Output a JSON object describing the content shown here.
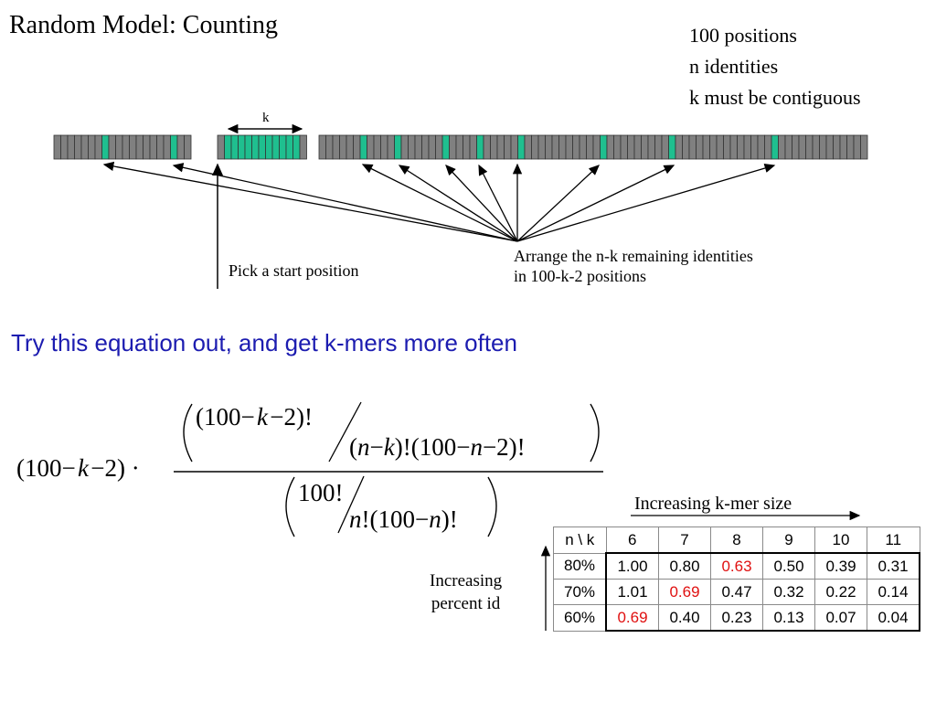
{
  "title": "Random Model:  Counting",
  "notes": [
    "100 positions",
    "n identities",
    "k must be contiguous"
  ],
  "strip": {
    "k_label": "k",
    "pick_label": "Pick a start position",
    "arrange_label": [
      "Arrange the n-k remaining identities",
      "in 100-k-2 positions"
    ],
    "colors": {
      "gray": "#808080",
      "green": "#1fbf8f",
      "border": "#333333"
    }
  },
  "subtitle": "Try this equation out, and get k-mers more often",
  "equation": {
    "prefix": "(100",
    "prefix_var": "k",
    "prefix_tail": "2) ·",
    "num_a": "(100",
    "num_a_var": "k",
    "num_a_tail": "2)!",
    "num_b1": "(",
    "num_b_var1": "n",
    "num_b_mid": "k",
    "num_b_tail": ")!(100",
    "num_b_var2": "n",
    "num_b_end": "2)!",
    "den_a": "100!",
    "den_b_var": "n",
    "den_b_mid": "!(100",
    "den_b_var2": "n",
    "den_b_end": ")!"
  },
  "table": {
    "axis_top": "Increasing k-mer size",
    "axis_left": [
      "Increasing",
      "percent id"
    ],
    "corner": "n \\ k",
    "columns": [
      "6",
      "7",
      "8",
      "9",
      "10",
      "11"
    ],
    "rows": [
      {
        "label": "80%",
        "values": [
          "1.00",
          "0.80",
          "0.63",
          "0.50",
          "0.39",
          "0.31"
        ],
        "red": [
          2
        ]
      },
      {
        "label": "70%",
        "values": [
          "1.01",
          "0.69",
          "0.47",
          "0.32",
          "0.22",
          "0.14"
        ],
        "red": [
          1
        ]
      },
      {
        "label": "60%",
        "values": [
          "0.69",
          "0.40",
          "0.23",
          "0.13",
          "0.07",
          "0.04"
        ],
        "red": [
          0
        ]
      }
    ],
    "highlight_color": "#e01010"
  }
}
